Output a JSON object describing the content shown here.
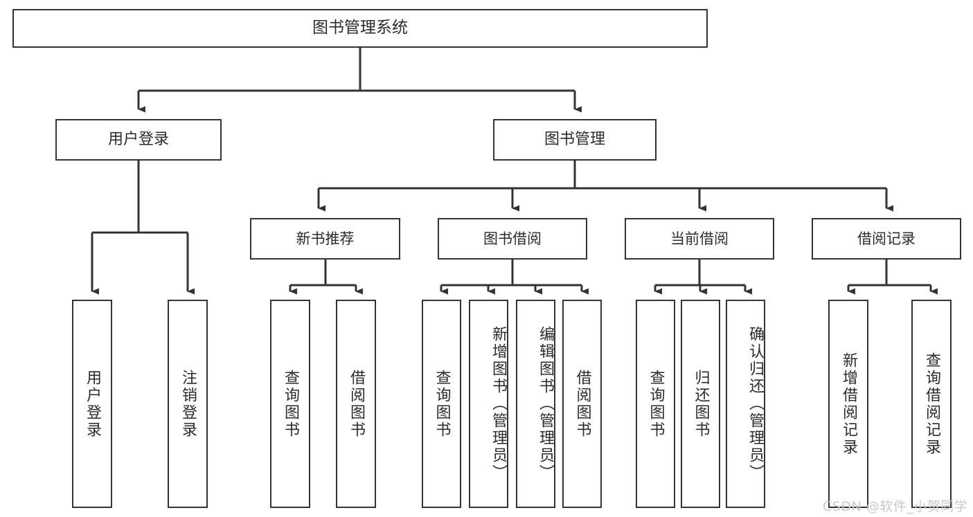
{
  "diagram": {
    "type": "tree-hierarchy",
    "title": "图书管理系统",
    "orientation": "top-down",
    "colors": {
      "box_border": "#333333",
      "box_fill": "#ffffff",
      "text": "#2b2b2b",
      "edge": "#333333",
      "watermark": "#c9c9c9",
      "background": "#ffffff"
    },
    "watermark": "CSDN @软件_小贺同学"
  },
  "root": {
    "label": "图书管理系统"
  },
  "level1": [
    {
      "label": "用户登录"
    },
    {
      "label": "图书管理"
    }
  ],
  "level2": [
    {
      "label": "新书推荐"
    },
    {
      "label": "图书借阅"
    },
    {
      "label": "当前借阅"
    },
    {
      "label": "借阅记录"
    }
  ],
  "leaves": {
    "user_login": [
      {
        "label": "用户登录"
      },
      {
        "label": "注销登录"
      }
    ],
    "new_book_recommend": [
      {
        "label": "查询图书"
      },
      {
        "label": "借阅图书"
      }
    ],
    "book_borrow": [
      {
        "label": "查询图书"
      },
      {
        "label": "新增图书（管理员）"
      },
      {
        "label": "编辑图书（管理员）"
      },
      {
        "label": "借阅图书"
      }
    ],
    "current_borrow": [
      {
        "label": "查询图书"
      },
      {
        "label": "归还图书"
      },
      {
        "label": "确认归还（管理员）"
      }
    ],
    "borrow_record": [
      {
        "label": "新增借阅记录"
      },
      {
        "label": "查询借阅记录"
      }
    ]
  }
}
